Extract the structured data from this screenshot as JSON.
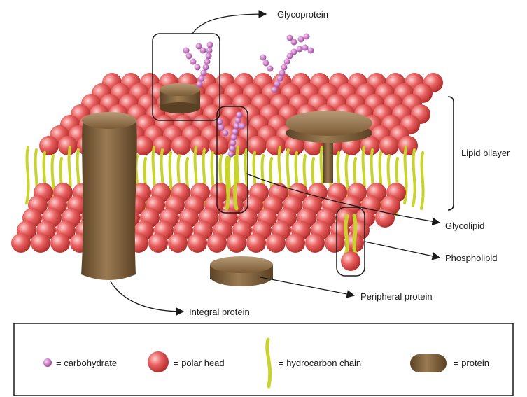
{
  "labels": {
    "glycoprotein": "Glycoprotein",
    "lipid_bilayer": "Lipid bilayer",
    "glycolipid": "Glycolipid",
    "phospholipid": "Phospholipid",
    "peripheral_protein": "Peripheral protein",
    "integral_protein": "Integral protein"
  },
  "legend": {
    "carbohydrate": "= carbohydrate",
    "polar_head": "= polar head",
    "hydrocarbon_chain": "= hydrocarbon chain",
    "protein": "= protein"
  },
  "colors": {
    "polar_head": "#d94848",
    "hydrocarbon_chain": "#c8d42a",
    "protein": "#7a5a35",
    "carbohydrate": "#c877c4"
  }
}
